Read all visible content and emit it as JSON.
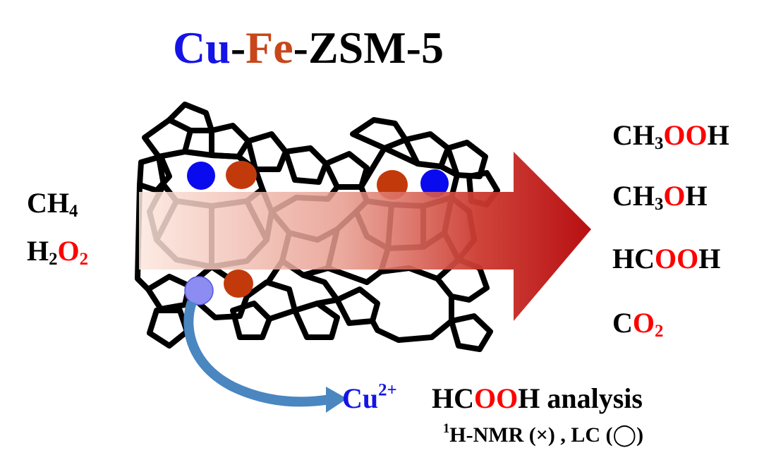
{
  "title": {
    "part_cu": "Cu",
    "dash1": "-",
    "part_fe": "Fe",
    "part_rest": "-ZSM-5"
  },
  "reactants": [
    {
      "base": "CH",
      "sub": "4"
    },
    {
      "h": "H",
      "h_sub": "2",
      "o": "O",
      "o_sub": "2"
    }
  ],
  "products": [
    {
      "pre": "CH",
      "sub": "3",
      "red": "OO",
      "post": "H"
    },
    {
      "pre": "CH",
      "sub": "3",
      "red": "O",
      "post": "H"
    },
    {
      "pre": "HC",
      "red": "OO",
      "post": "H"
    },
    {
      "pre": "C",
      "red": "O",
      "sub": "2"
    }
  ],
  "leach": {
    "ion": "Cu",
    "charge": "2+"
  },
  "analysis": {
    "pre": "HC",
    "red": "OO",
    "post": "H analysis"
  },
  "methods": {
    "sup": "1",
    "text": "H-NMR (×) , LC (◯)"
  },
  "colors": {
    "copper_site": "#0a0aef",
    "iron_site": "#c23a0c",
    "leached_copper": "#8c8cf2",
    "arrow_start": "#fbe6dd",
    "arrow_end": "#c01414",
    "leach_arrow": "#4a86c0",
    "framework": "#000000"
  },
  "icons": [
    "zeolite-framework",
    "copper-site-dot",
    "iron-site-dot",
    "reaction-arrow",
    "leaching-arrow"
  ]
}
